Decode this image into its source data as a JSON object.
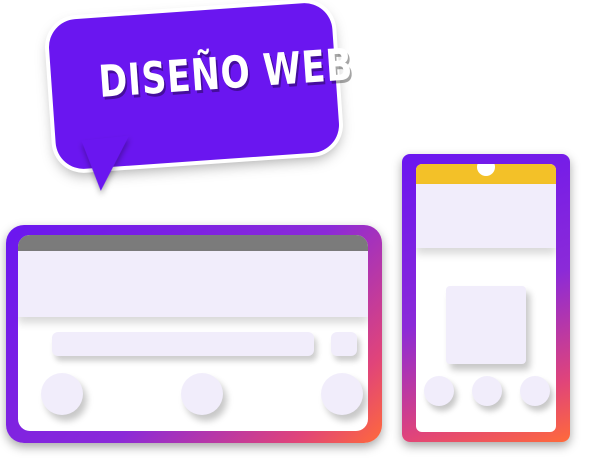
{
  "bubble": {
    "text": "DISEÑO WEB",
    "color": "#6a16f0"
  },
  "palette": {
    "purple": "#6a16f0",
    "pink": "#e0447a",
    "orange": "#ff6a3a",
    "yellow": "#f3c128",
    "placeholder": "#f1edfb",
    "titlebar": "#7b7b7b"
  },
  "desktop": {
    "placeholder_circles": 3
  },
  "phone": {
    "placeholder_circles": 3
  }
}
